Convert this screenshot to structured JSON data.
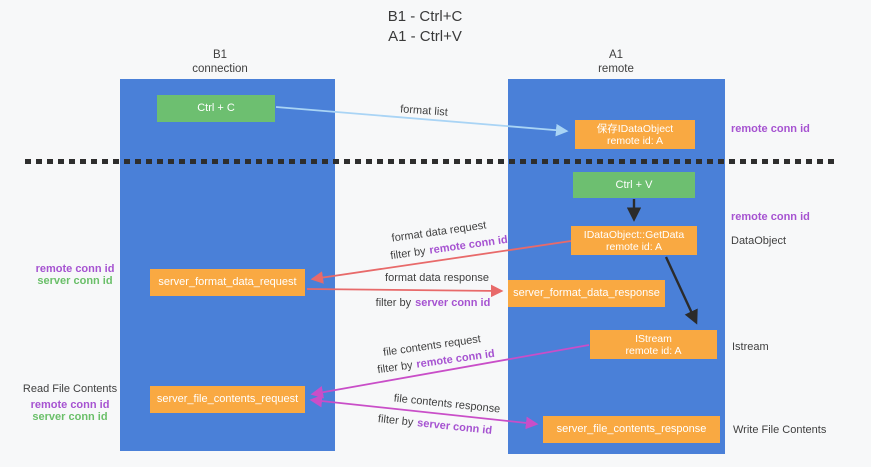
{
  "title": {
    "line1": "B1 - Ctrl+C",
    "line2": "A1 - Ctrl+V"
  },
  "lanes": {
    "b1": {
      "name": "B1",
      "subtitle": "connection"
    },
    "a1": {
      "name": "A1",
      "subtitle": "remote"
    }
  },
  "nodes": {
    "ctrl_c": {
      "label": "Ctrl + C"
    },
    "save_idataobject": {
      "line1": "保存IDataObject",
      "line2": "remote id: A"
    },
    "ctrl_v": {
      "label": "Ctrl + V"
    },
    "getdata": {
      "line1": "IDataObject::GetData",
      "line2": "remote id: A"
    },
    "server_format_data_request": {
      "label": "server_format_data_request"
    },
    "server_format_data_response": {
      "label": "server_format_data_response"
    },
    "istream": {
      "line1": "IStream",
      "line2": "remote id: A"
    },
    "server_file_contents_request": {
      "label": "server_file_contents_request"
    },
    "server_file_contents_response": {
      "label": "server_file_contents_response"
    }
  },
  "flows": {
    "format_list": {
      "label": "format list"
    },
    "format_data_request": {
      "label": "format data request",
      "filter_prefix": "filter by",
      "filter_key": "remote conn id"
    },
    "format_data_response": {
      "label": "format data response",
      "filter_prefix": "filter by",
      "filter_key": "server conn id"
    },
    "file_contents_request": {
      "label": "file contents request",
      "filter_prefix": "filter by",
      "filter_key": "remote conn id"
    },
    "file_contents_response": {
      "label": "file contents response",
      "filter_prefix": "filter by",
      "filter_key": "server conn id"
    }
  },
  "side_labels": {
    "right_top_remote_conn_id": "remote conn id",
    "right_mid_remote_conn_id": "remote conn id",
    "dataobject": "DataObject",
    "istream": "Istream",
    "write_file_contents": "Write File Contents",
    "left_top": {
      "remote": "remote conn id",
      "server": "server conn id"
    },
    "read_file_contents": "Read File Contents",
    "left_bottom": {
      "remote": "remote conn id",
      "server": "server conn id"
    }
  },
  "colors": {
    "lane_blue": "#4a80d8",
    "box_green": "#6dbf70",
    "box_orange": "#f9a942",
    "arrow_blue": "#a9d4f5",
    "arrow_red": "#e86a6a",
    "arrow_magenta": "#c94ec8",
    "label_purple": "#a653d1",
    "label_green": "#6abf69"
  }
}
